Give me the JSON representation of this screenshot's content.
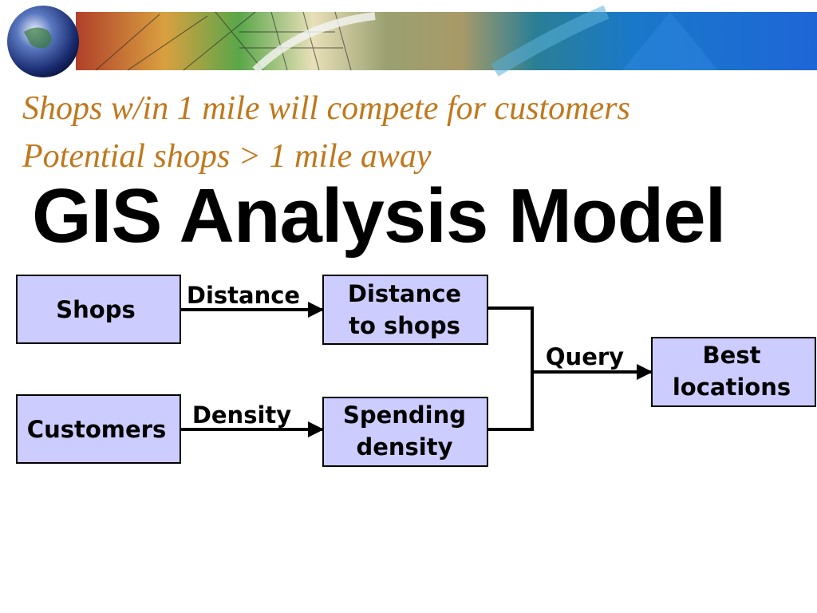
{
  "slide": {
    "subtitle_line1": "Shops w/in 1 mile will compete for customers",
    "subtitle_line2": "Potential shops > 1 mile away",
    "title": "GIS Analysis Model"
  },
  "diagram": {
    "nodes": {
      "shops": {
        "lines": [
          "Shops"
        ]
      },
      "customers": {
        "lines": [
          "Customers"
        ]
      },
      "distance_to_shops": {
        "lines": [
          "Distance",
          "to shops"
        ]
      },
      "spending_density": {
        "lines": [
          "Spending",
          "density"
        ]
      },
      "best_locations": {
        "lines": [
          "Best",
          "locations"
        ]
      }
    },
    "edges": {
      "distance": "Distance",
      "density": "Density",
      "query": "Query"
    }
  },
  "colors": {
    "box_fill": "#ccccff",
    "subtitle": "#c0781c",
    "title": "#000000"
  }
}
